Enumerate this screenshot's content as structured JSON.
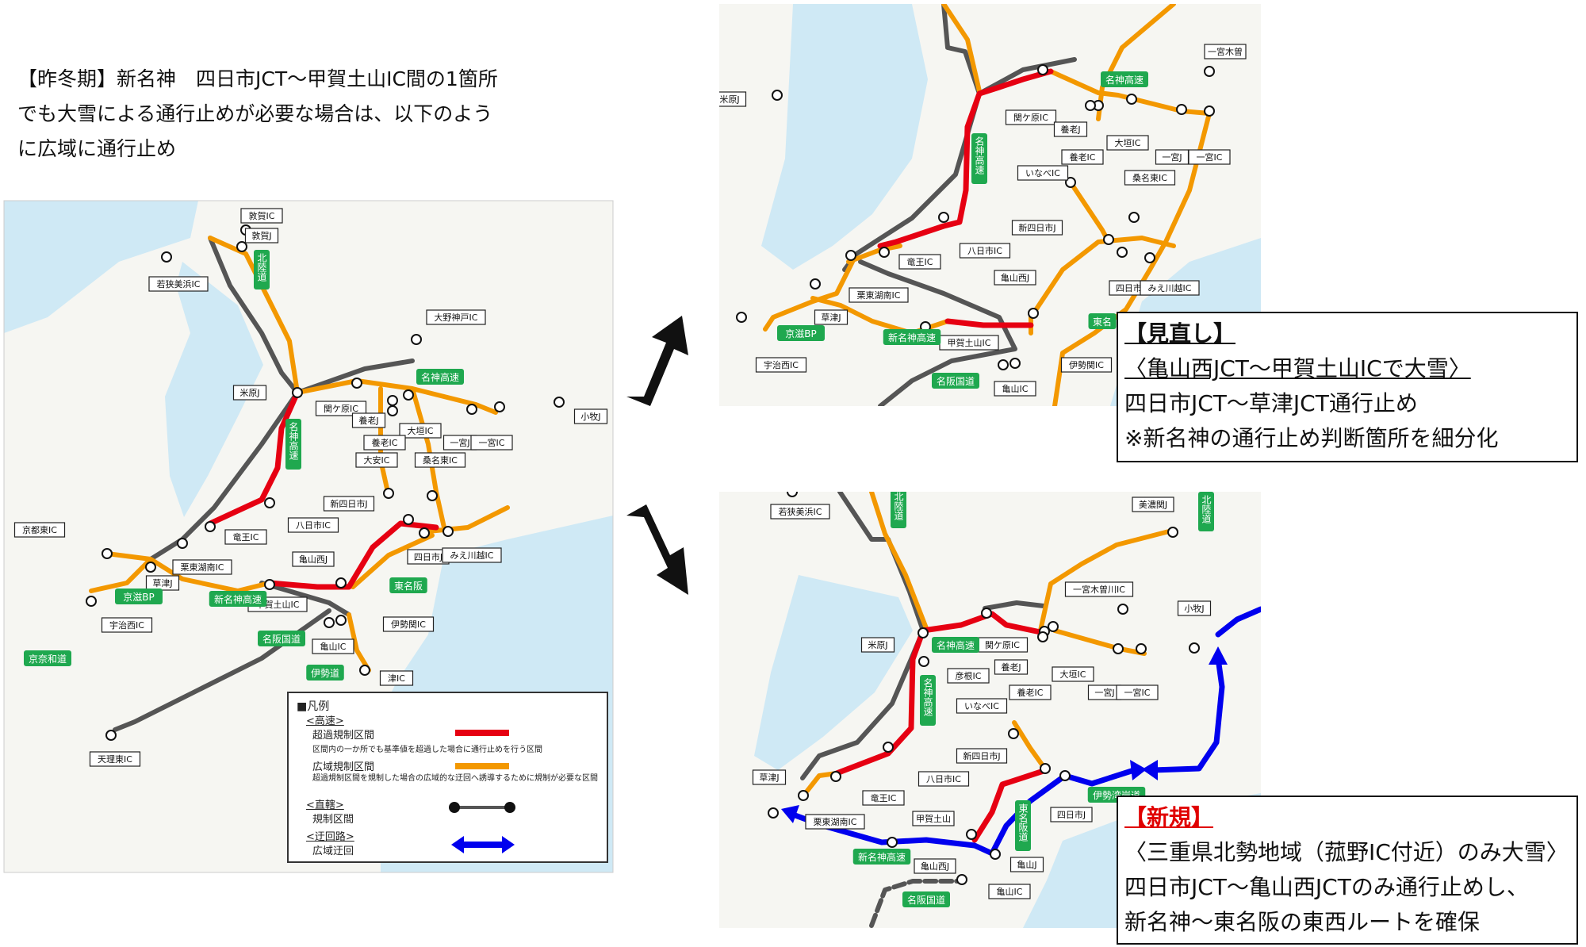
{
  "intro": {
    "line1": "【昨冬期】新名神　四日市JCT～甲賀土山IC間の1箇所",
    "line2": "でも大雪による通行止めが必要な場合は、以下のよう",
    "line3": "に広域に通行止め"
  },
  "colors": {
    "excess": "#e60012",
    "wide": "#f39800",
    "direct": "#555555",
    "detour": "#0000ee",
    "water": "#cfe9f5",
    "land": "#f6f6f2",
    "roadsign": "#1fa84f"
  },
  "left_map": {
    "labels": [
      "敦賀IC",
      "敦賀J",
      "若狭美浜IC",
      "大野神戸IC",
      "米原J",
      "関ケ原IC",
      "養老J",
      "大垣IC",
      "小牧J",
      "一宮J",
      "一宮IC",
      "養老IC",
      "大安IC",
      "桑名東IC",
      "京都東IC",
      "新四日市J",
      "八日市IC",
      "竜王IC",
      "栗東湖南IC",
      "亀山西J",
      "四日市J",
      "みえ川越IC",
      "草津J",
      "甲賀土山IC",
      "宇治西IC",
      "伊勢関IC",
      "亀山IC",
      "津IC",
      "天理東IC"
    ],
    "road_names": [
      "北陸道",
      "名神高速",
      "名神高速",
      "東名阪",
      "京滋BP",
      "新名神高速",
      "名阪国道",
      "伊勢道",
      "京奈和道"
    ]
  },
  "legend": {
    "title": "■凡例",
    "expressway": "<高速>",
    "excess_label": "超過規制区間",
    "excess_desc": "区間内の一か所でも基準値を超過した場合に通行止めを行う区間",
    "wide_label": "広域規制区間",
    "wide_desc": "超過規制区間を規制した場合の広域的な迂回へ誘導するために規制が必要な区間",
    "direct": "<直轄>",
    "direct_label": "規制区間",
    "detour": "<迂回路>",
    "detour_label": "広域迂回"
  },
  "top_right_map": {
    "labels": [
      "米原J",
      "関ケ原IC",
      "養老J",
      "大垣IC",
      "一宮J",
      "一宮IC",
      "養老IC",
      "一宮木曽",
      "いなべIC",
      "桑名東IC",
      "新四日市J",
      "八日市IC",
      "竜王IC",
      "亀山西J",
      "四日市J",
      "みえ川越IC",
      "草津J",
      "栗東湖南IC",
      "甲賀土山IC",
      "宇治西IC",
      "伊勢関IC",
      "亀山IC"
    ],
    "road_names": [
      "名神高速",
      "名神高速",
      "京滋BP",
      "新名神高速",
      "名阪国道",
      "東名"
    ]
  },
  "bottom_right_map": {
    "labels": [
      "若狭美浜IC",
      "美濃関J",
      "一宮木曽川IC",
      "小牧J",
      "米原J",
      "関ケ原IC",
      "彦根IC",
      "養老J",
      "大垣IC",
      "一宮J",
      "一宮IC",
      "養老IC",
      "いなべIC",
      "新四日市J",
      "八日市IC",
      "草津J",
      "竜王IC",
      "栗東湖南IC",
      "甲賀土山",
      "四日市J",
      "亀山西J",
      "亀山J",
      "亀山IC"
    ],
    "road_names": [
      "北陸道",
      "北陸道",
      "名神高速",
      "名神高速",
      "伊勢湾岸道",
      "東名阪道",
      "新名神高速",
      "名阪国道"
    ]
  },
  "review_box": {
    "title": "【見直し】",
    "subtitle": "〈亀山西JCT～甲賀土山ICで大雪〉",
    "line1": "四日市JCT～草津JCT通行止め",
    "line2": "※新名神の通行止め判断箇所を細分化"
  },
  "new_box": {
    "title": "【新規】",
    "subtitle": "〈三重県北勢地域（菰野IC付近）のみ大雪〉",
    "line1": "四日市JCT～亀山西JCTのみ通行止めし、",
    "line2": "新名神～東名阪の東西ルートを確保"
  }
}
